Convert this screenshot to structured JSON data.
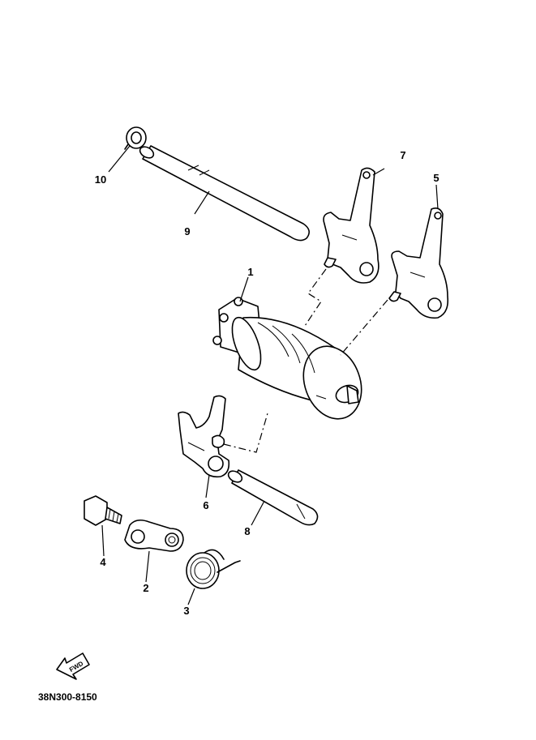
{
  "callouts": {
    "c1": "1",
    "c2": "2",
    "c3": "3",
    "c4": "4",
    "c5": "5",
    "c6": "6",
    "c7": "7",
    "c8": "8",
    "c9": "9",
    "c10": "10"
  },
  "diagram_code": "38N300-8150",
  "fwd_label": "FWD",
  "colors": {
    "ink": "#000000",
    "paper": "#ffffff"
  }
}
